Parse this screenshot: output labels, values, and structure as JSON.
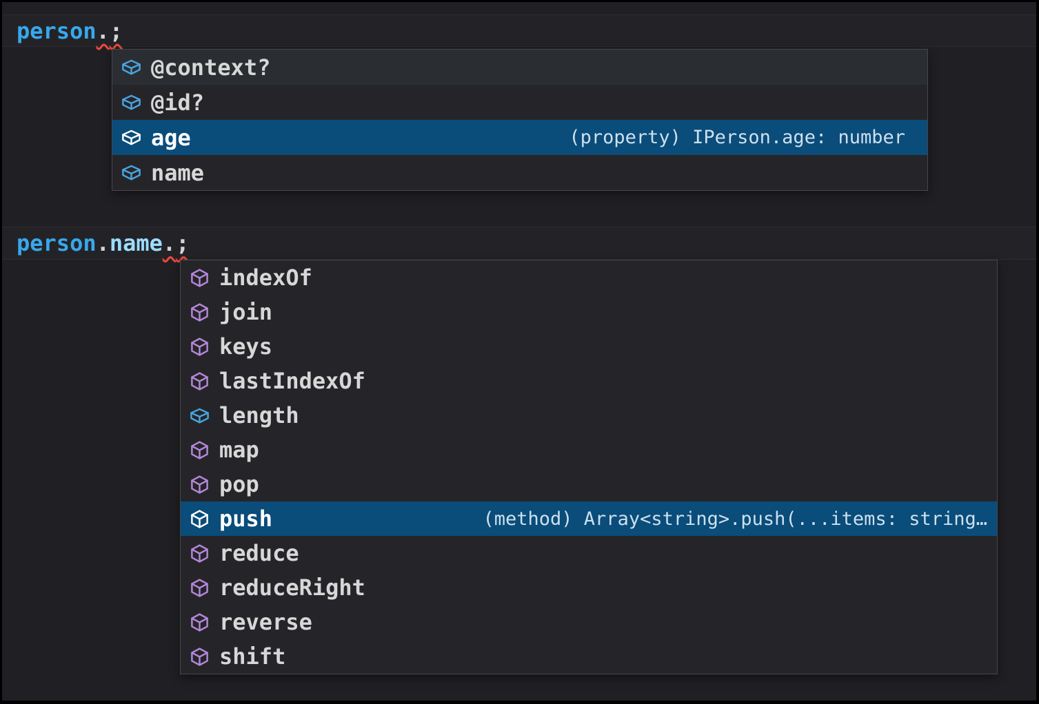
{
  "theme": {
    "selection_blue": "#0a4c7a",
    "variable_blue": "#38a8ec",
    "property_blue": "#9cdcfe",
    "method_purple": "#b587d9",
    "field_blue": "#4aa4e0",
    "error_red": "#f1483c"
  },
  "code": {
    "line1": {
      "object": "person",
      "dot": ".",
      "semicolon": ";"
    },
    "line2": {
      "object": "person",
      "dot1": ".",
      "property": "name",
      "dot2": ".",
      "semicolon": ";"
    }
  },
  "suggest_person": {
    "items": [
      {
        "label": "@context?",
        "icon": "symbol-field"
      },
      {
        "label": "@id?",
        "icon": "symbol-field"
      },
      {
        "label": "age",
        "icon": "symbol-field",
        "selected": true,
        "detail": "(property) IPerson.age: number"
      },
      {
        "label": "name",
        "icon": "symbol-field"
      }
    ]
  },
  "suggest_name": {
    "items": [
      {
        "label": "indexOf",
        "icon": "symbol-method"
      },
      {
        "label": "join",
        "icon": "symbol-method"
      },
      {
        "label": "keys",
        "icon": "symbol-method"
      },
      {
        "label": "lastIndexOf",
        "icon": "symbol-method"
      },
      {
        "label": "length",
        "icon": "symbol-field"
      },
      {
        "label": "map",
        "icon": "symbol-method"
      },
      {
        "label": "pop",
        "icon": "symbol-method"
      },
      {
        "label": "push",
        "icon": "symbol-method",
        "selected": true,
        "detail": "(method) Array<string>.push(...items: string…"
      },
      {
        "label": "reduce",
        "icon": "symbol-method"
      },
      {
        "label": "reduceRight",
        "icon": "symbol-method"
      },
      {
        "label": "reverse",
        "icon": "symbol-method"
      },
      {
        "label": "shift",
        "icon": "symbol-method"
      }
    ]
  }
}
